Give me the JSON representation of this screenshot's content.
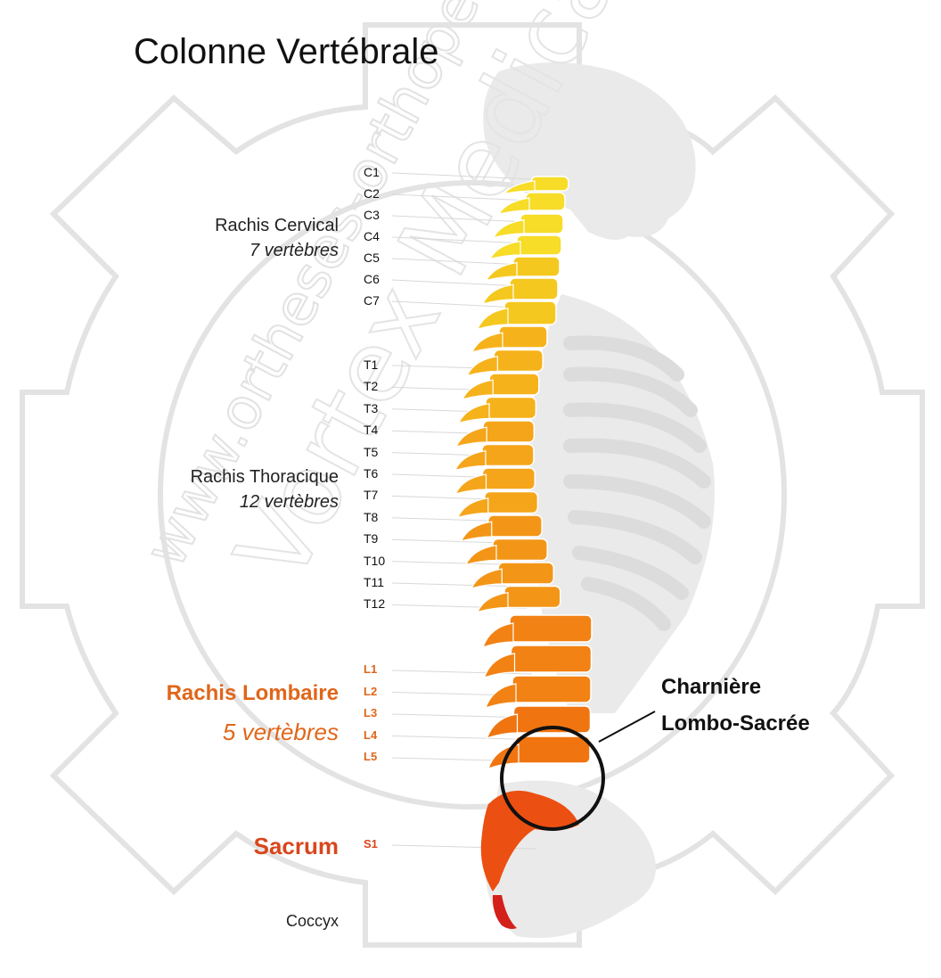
{
  "title": "Colonne Vertébrale",
  "watermark": {
    "arc_text": "www.ortheses-orthopediques.com",
    "center_text": "Vortex Medical"
  },
  "groups": {
    "cervical": {
      "name": "Rachis Cervical",
      "count": "7 vertèbres"
    },
    "thoracic": {
      "name": "Rachis Thoracique",
      "count": "12 vertèbres"
    },
    "lumbar": {
      "name": "Rachis Lombaire",
      "count": "5 vertèbres"
    },
    "sacrum": {
      "name": "Sacrum"
    },
    "coccyx": {
      "name": "Coccyx"
    }
  },
  "vertebrae": {
    "cervical": [
      "C1",
      "C2",
      "C3",
      "C4",
      "C5",
      "C6",
      "C7"
    ],
    "thoracic": [
      "T1",
      "T2",
      "T3",
      "T4",
      "T5",
      "T6",
      "T7",
      "T8",
      "T9",
      "T10",
      "T11",
      "T12"
    ],
    "lumbar": [
      "L1",
      "L2",
      "L3",
      "L4",
      "L5"
    ],
    "sacral": [
      "S1"
    ]
  },
  "callout": {
    "line1": "Charnière",
    "line2": "Lombo-Sacrée"
  },
  "colors": {
    "cervical": "#f5d21c",
    "thoracic": "#f5a51c",
    "lumbar": "#f07a12",
    "sacrum": "#ec4f12",
    "coccyx": "#d4201a",
    "label_lumbar": "#e0661a",
    "label_sacrum": "#d9461c",
    "watermark": "#e6e6e6"
  }
}
